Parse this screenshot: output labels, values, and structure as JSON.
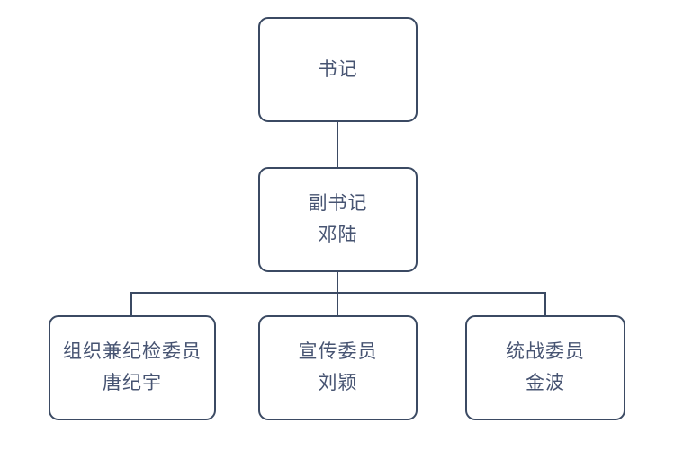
{
  "org_chart": {
    "type": "organization-chart",
    "colors": {
      "line": "#3b4a63",
      "text": "#475472",
      "background": "#ffffff"
    },
    "nodes": [
      {
        "id": "secretary",
        "title": "书记",
        "name": ""
      },
      {
        "id": "deputy-secretary",
        "title": "副书记",
        "name": "邓陆"
      },
      {
        "id": "organization-discipline-member",
        "title": "组织兼纪检委员",
        "name": "唐纪宇"
      },
      {
        "id": "publicity-member",
        "title": "宣传委员",
        "name": "刘颖"
      },
      {
        "id": "united-front-member",
        "title": "统战委员",
        "name": "金波"
      }
    ],
    "edges": [
      {
        "from": "secretary",
        "to": "deputy-secretary"
      },
      {
        "from": "deputy-secretary",
        "to": "organization-discipline-member"
      },
      {
        "from": "deputy-secretary",
        "to": "publicity-member"
      },
      {
        "from": "deputy-secretary",
        "to": "united-front-member"
      }
    ]
  }
}
